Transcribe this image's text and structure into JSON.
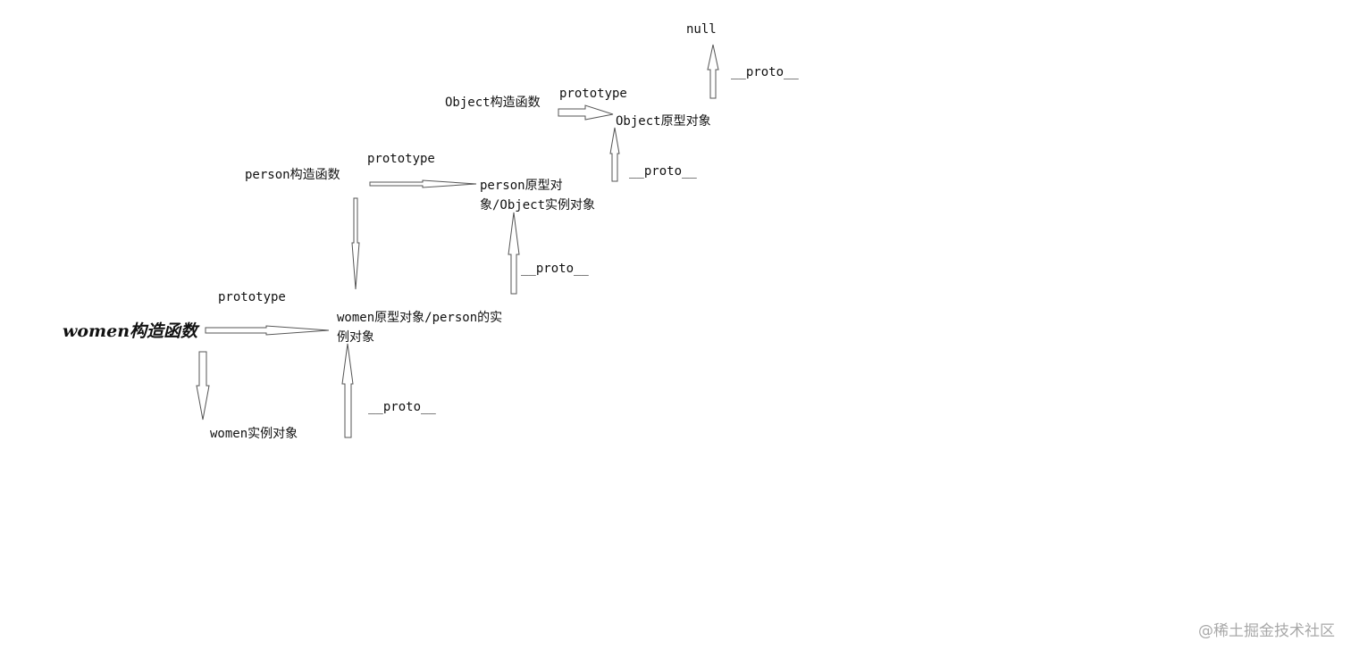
{
  "diagram": {
    "nodes": {
      "null": "null",
      "object_ctor": "Object构造函数",
      "object_proto": "Object原型对象",
      "person_ctor": "person构造函数",
      "person_proto": "person原型对象/Object实例对象",
      "women_ctor": "women构造函数",
      "women_proto": "women原型对象/person的实例对象",
      "women_instance": "women实例对象"
    },
    "edge_labels": {
      "object_prototype": "prototype",
      "object_proto_to_null": "__proto__",
      "person_prototype": "prototype",
      "person_proto_to_object_proto": "__proto__",
      "women_prototype": "prototype",
      "women_proto_to_person_proto": "__proto__"
    },
    "edges": [
      {
        "from": "object_ctor",
        "to": "object_proto",
        "label": "prototype"
      },
      {
        "from": "object_proto",
        "to": "null",
        "label": "__proto__"
      },
      {
        "from": "person_ctor",
        "to": "person_proto",
        "label": "prototype"
      },
      {
        "from": "person_proto",
        "to": "object_proto",
        "label": "__proto__"
      },
      {
        "from": "person_ctor",
        "to": "women_proto",
        "label": ""
      },
      {
        "from": "women_ctor",
        "to": "women_proto",
        "label": "prototype"
      },
      {
        "from": "women_ctor",
        "to": "women_instance",
        "label": ""
      },
      {
        "from": "women_instance",
        "to": "women_proto",
        "label": "__proto__"
      }
    ]
  },
  "watermark": "@稀土掘金技术社区",
  "colors": {
    "background": "#ffffff",
    "text": "#111111",
    "arrow_stroke": "#555555",
    "watermark": "#a8a8a8"
  }
}
